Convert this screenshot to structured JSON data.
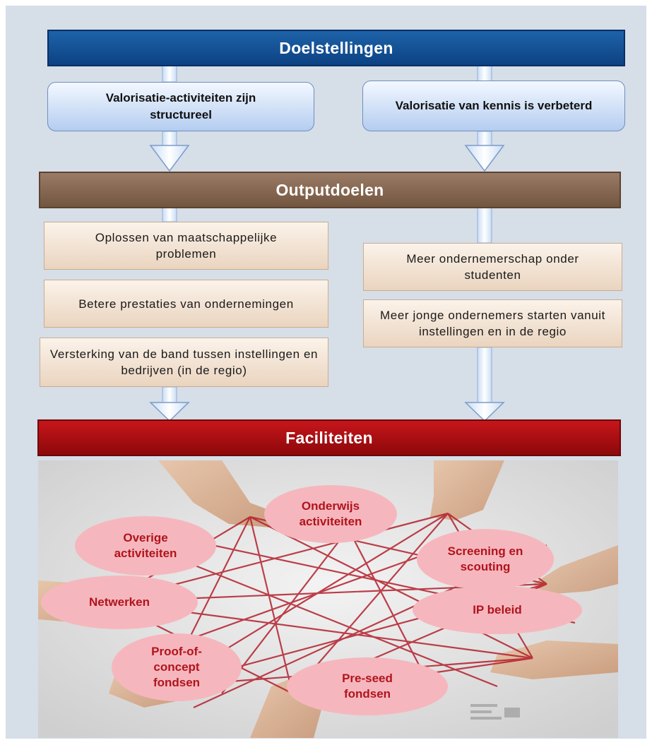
{
  "doelstellingen": {
    "title": "Doelstellingen",
    "left": "Valorisatie-activiteiten zijn structureel",
    "right": "Valorisatie van kennis is verbeterd"
  },
  "outputdoelen": {
    "title": "Outputdoelen",
    "left": [
      "Oplossen van maatschappelijke problemen",
      "Betere prestaties van ondernemingen",
      "Versterking van de band tussen instellingen en bedrijven (in de regio)"
    ],
    "right": [
      "Meer ondernemerschap onder studenten",
      "Meer jonge ondernemers starten vanuit instellingen en in de regio"
    ]
  },
  "faciliteiten": {
    "title": "Faciliteiten",
    "items": [
      "Onderwijs activiteiten",
      "Overige activiteiten",
      "Screening en scouting",
      "Netwerken",
      "IP beleid",
      "Proof-of-concept fondsen",
      "Pre-seed fondsen"
    ]
  },
  "colors": {
    "doelstellingen_bar": "#0c4283",
    "outputdoelen_bar": "#7c5f49",
    "faciliteiten_bar": "#a50d10",
    "ellipse_fill": "#f5b7bd",
    "ellipse_text": "#b2131d"
  }
}
